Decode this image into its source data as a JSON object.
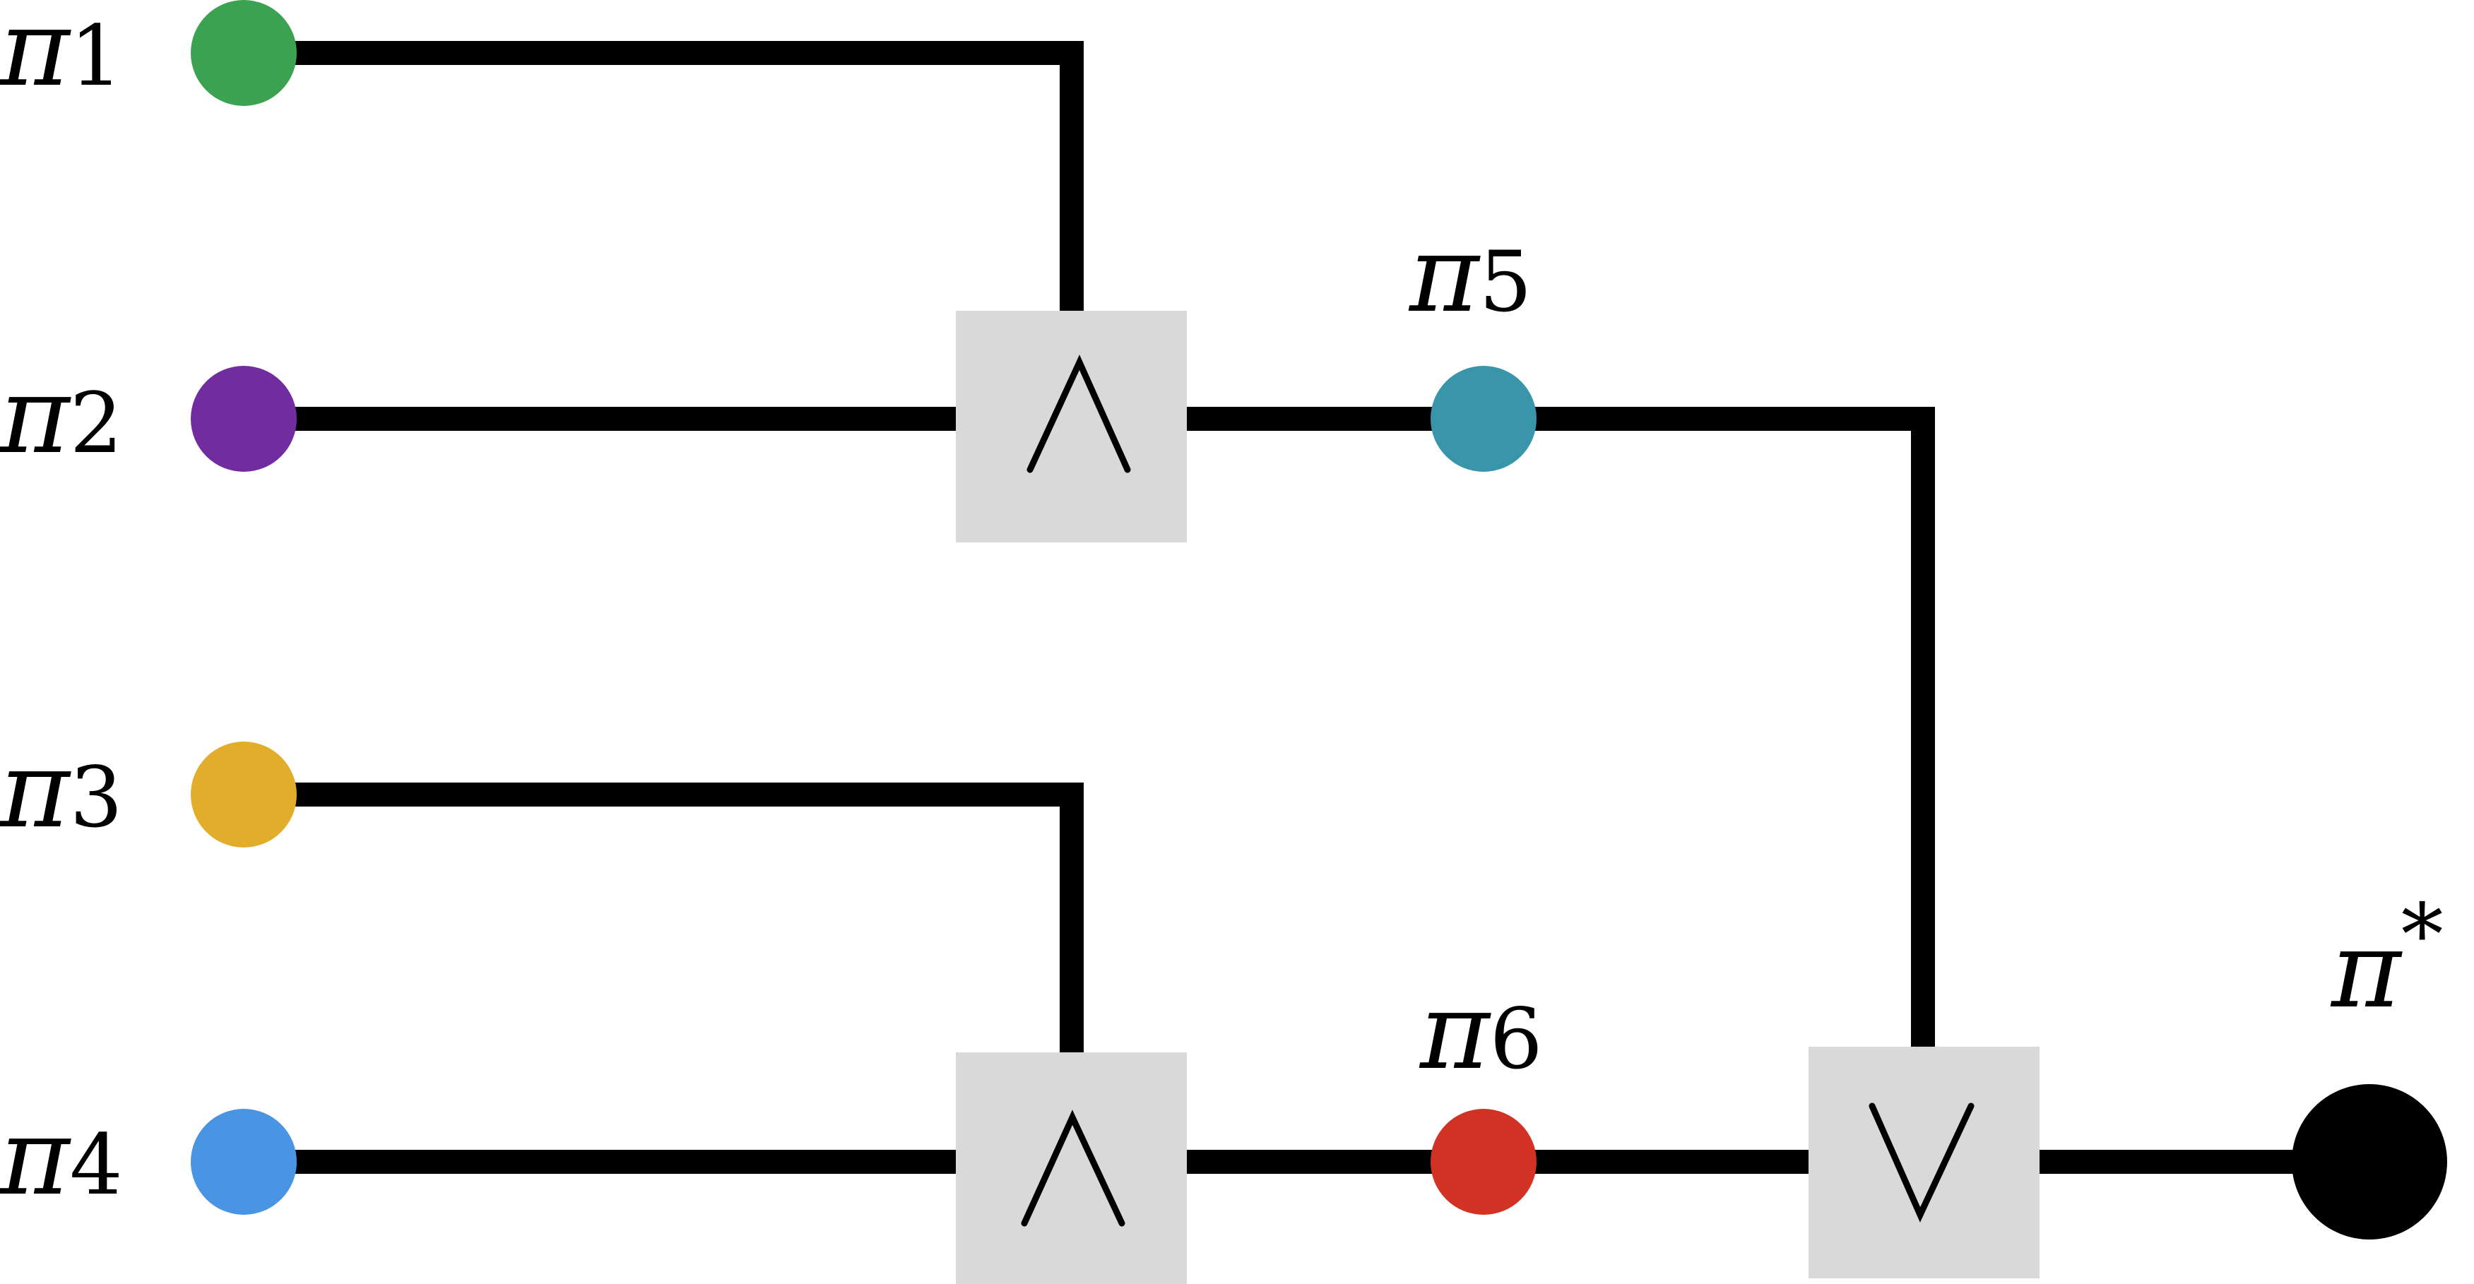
{
  "diagram": {
    "nodes": {
      "pi1": {
        "symbol": "π",
        "sub": "1",
        "color": "#3aa251"
      },
      "pi2": {
        "symbol": "π",
        "sub": "2",
        "color": "#712ca0"
      },
      "pi3": {
        "symbol": "π",
        "sub": "3",
        "color": "#e1ad2b"
      },
      "pi4": {
        "symbol": "π",
        "sub": "4",
        "color": "#4a95e3"
      },
      "pi5": {
        "symbol": "π",
        "sub": "5",
        "color": "#3895aa"
      },
      "pi6": {
        "symbol": "π",
        "sub": "6",
        "color": "#d13224"
      },
      "pistar": {
        "symbol": "π",
        "sup": "*",
        "color": "#000000"
      }
    },
    "gates": {
      "and_top": {
        "op": "AND"
      },
      "and_bottom": {
        "op": "AND"
      },
      "or_final": {
        "op": "OR"
      }
    }
  }
}
